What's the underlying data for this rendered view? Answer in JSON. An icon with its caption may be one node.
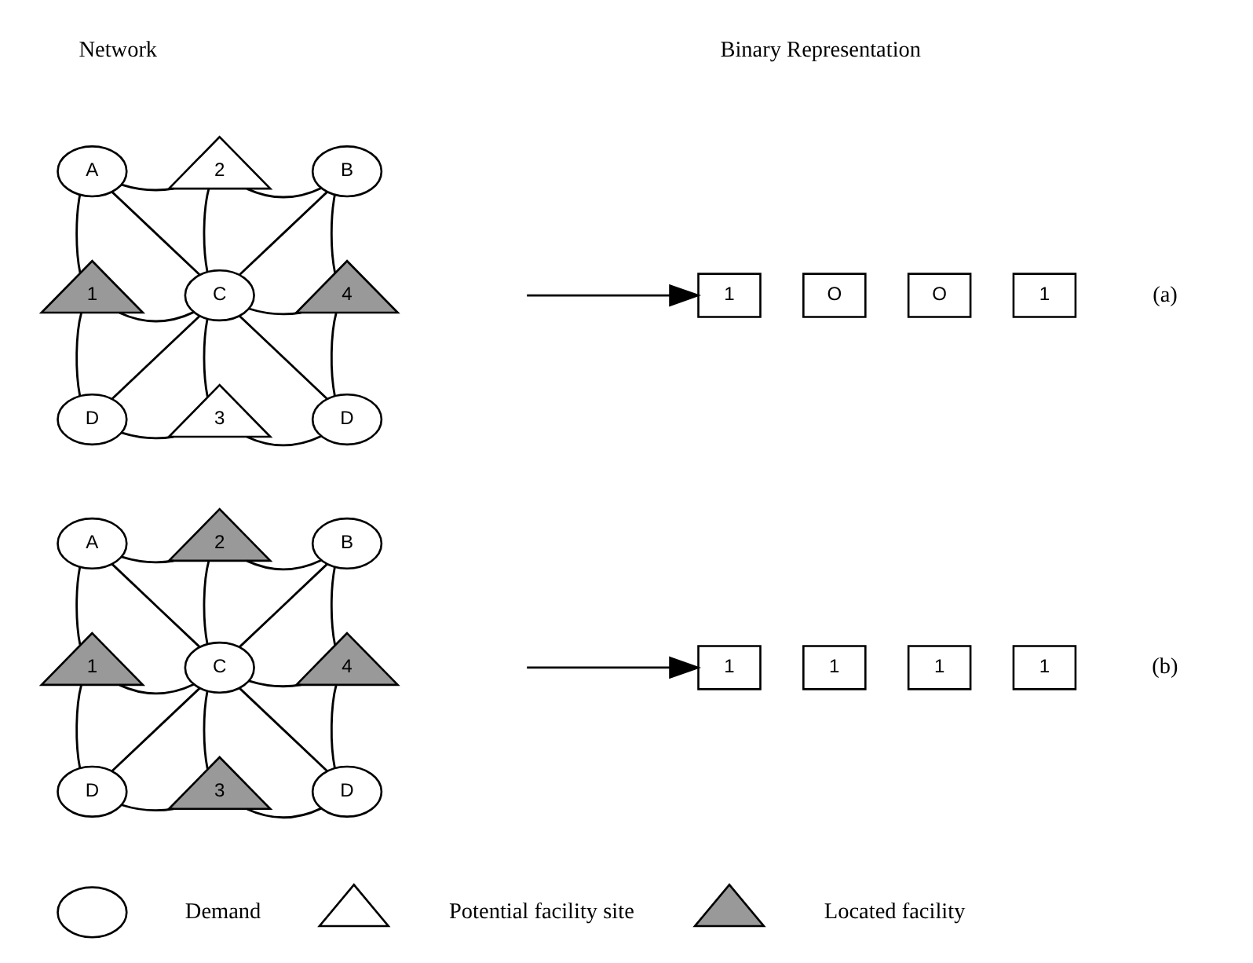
{
  "diagram": {
    "nodes": [
      {
        "text": [
          "A"
        ]
      },
      {
        "text": [
          "2"
        ]
      },
      {
        "text": [
          "B"
        ]
      },
      {
        "text": [
          "1"
        ]
      },
      {
        "text": [
          "C"
        ]
      },
      {
        "text": [
          "4"
        ]
      },
      {
        "text": [
          "D"
        ]
      },
      {
        "text": [
          "3"
        ]
      },
      {
        "text": [
          "D"
        ]
      },
      {
        "text": [
          "1"
        ]
      },
      {
        "text": [
          "O"
        ]
      },
      {
        "text": [
          "O"
        ]
      },
      {
        "text": [
          "1"
        ]
      },
      {
        "text": [
          "A"
        ]
      },
      {
        "text": [
          "2"
        ]
      },
      {
        "text": [
          "B"
        ]
      },
      {
        "text": [
          "1"
        ]
      },
      {
        "text": [
          "C"
        ]
      },
      {
        "text": [
          "4"
        ]
      },
      {
        "text": [
          "D"
        ]
      },
      {
        "text": [
          "3"
        ]
      },
      {
        "text": [
          "D"
        ]
      },
      {
        "text": [
          "1"
        ]
      },
      {
        "text": [
          "1"
        ]
      },
      {
        "text": [
          "1"
        ]
      },
      {
        "text": [
          "1"
        ]
      },
      {
        "text": [],
        "shape": "circle"
      },
      {
        "text": [],
        "shape": "triangle"
      },
      {
        "text": [],
        "shape": "triangle"
      }
    ],
    "edges": [
      {
        "from": 0,
        "to": 1,
        "arrow": "none"
      },
      {
        "from": 1,
        "to": 2,
        "arrow": "none"
      },
      {
        "from": 0,
        "to": 3,
        "arrow": "none"
      },
      {
        "from": 0,
        "to": 4,
        "arrow": "none"
      },
      {
        "from": 1,
        "to": 4,
        "arrow": "none"
      },
      {
        "from": 2,
        "to": 4,
        "arrow": "none"
      },
      {
        "from": 2,
        "to": 5,
        "arrow": "none"
      },
      {
        "from": 3,
        "to": 4,
        "arrow": "none"
      },
      {
        "from": 4,
        "to": 5,
        "arrow": "none"
      },
      {
        "from": 3,
        "to": 6,
        "arrow": "none"
      },
      {
        "from": 4,
        "to": 6,
        "arrow": "none"
      },
      {
        "from": 4,
        "to": 7,
        "arrow": "none"
      },
      {
        "from": 4,
        "to": 8,
        "arrow": "none"
      },
      {
        "from": 5,
        "to": 8,
        "arrow": "none"
      },
      {
        "from": 6,
        "to": 7,
        "arrow": "none"
      },
      {
        "from": 7,
        "to": 8,
        "arrow": "none"
      },
      {
        "from": null,
        "to": 9,
        "arrow": "to"
      },
      {
        "from": 13,
        "to": 14,
        "arrow": "none"
      },
      {
        "from": 14,
        "to": 15,
        "arrow": "none"
      },
      {
        "from": 13,
        "to": 16,
        "arrow": "none"
      },
      {
        "from": 13,
        "to": 17,
        "arrow": "none"
      },
      {
        "from": 14,
        "to": 17,
        "arrow": "none"
      },
      {
        "from": 15,
        "to": 17,
        "arrow": "none"
      },
      {
        "from": 15,
        "to": 18,
        "arrow": "none"
      },
      {
        "from": 16,
        "to": 17,
        "arrow": "none"
      },
      {
        "from": 17,
        "to": 18,
        "arrow": "none"
      },
      {
        "from": 16,
        "to": 19,
        "arrow": "none"
      },
      {
        "from": 17,
        "to": 19,
        "arrow": "none"
      },
      {
        "from": 17,
        "to": 20,
        "arrow": "none"
      },
      {
        "from": 17,
        "to": 21,
        "arrow": "none"
      },
      {
        "from": 18,
        "to": 21,
        "arrow": "none"
      },
      {
        "from": 19,
        "to": 20,
        "arrow": "none"
      },
      {
        "from": 20,
        "to": 21,
        "arrow": "none"
      },
      {
        "from": null,
        "to": 22,
        "arrow": "to"
      }
    ],
    "labels": [
      "Network",
      "Binary Representation",
      "(a)",
      "(b)"
    ],
    "legend": [
      {
        "text": "Demand"
      },
      {
        "text": "Potential facility site"
      },
      {
        "text": "Located facility"
      }
    ]
  }
}
